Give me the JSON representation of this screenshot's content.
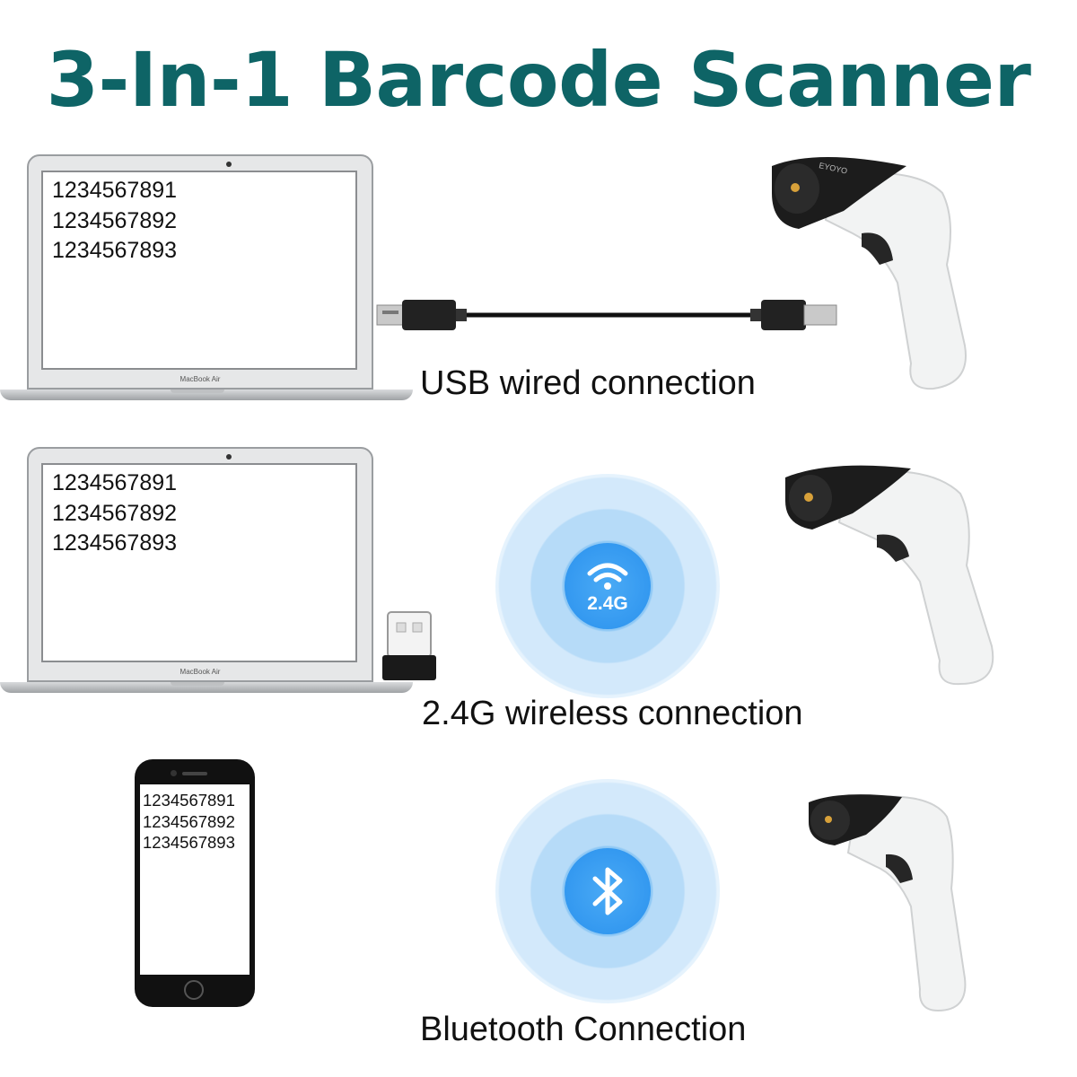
{
  "title": "3-In-1 Barcode Scanner",
  "sections": [
    {
      "device": "laptop",
      "device_brand": "MacBook Air",
      "lines": [
        "1234567891",
        "1234567892",
        "1234567893"
      ],
      "connector": "usb-cable",
      "label": "USB wired connection"
    },
    {
      "device": "laptop",
      "device_brand": "MacBook Air",
      "lines": [
        "1234567891",
        "1234567892",
        "1234567893"
      ],
      "connector": "usb-dongle",
      "badge_text": "2.4G",
      "badge_icon": "wifi-icon",
      "label": "2.4G wireless connection"
    },
    {
      "device": "phone",
      "lines": [
        "1234567891",
        "1234567892",
        "1234567893"
      ],
      "badge_icon": "bluetooth-icon",
      "label": "Bluetooth Connection"
    }
  ],
  "colors": {
    "title": "#0e6466",
    "signal_core": "#2a91ee",
    "signal_ring": "#b6dbf8",
    "scanner_body": "#f2f3f3",
    "scanner_head": "#1c1c1c"
  }
}
